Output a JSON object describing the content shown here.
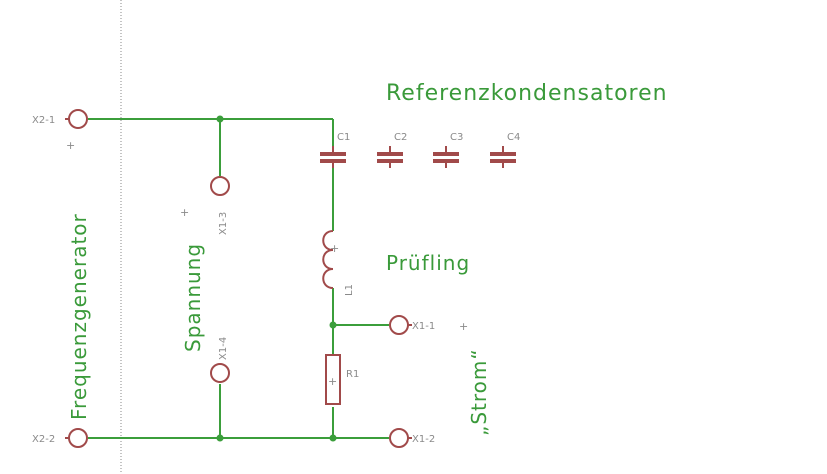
{
  "title_reference": "Referenzkondensatoren",
  "label_dut": "Prüfling",
  "label_current": "„Strom“",
  "label_voltage": "Spannung",
  "label_generator": "Frequenzgenerator",
  "connectors": {
    "x2_1": "X2-1",
    "x2_2": "X2-2",
    "x1_1": "X1-1",
    "x1_2": "X1-2",
    "x1_3": "X1-3",
    "x1_4": "X1-4"
  },
  "parts": {
    "c1": "C1",
    "c2": "C2",
    "c3": "C3",
    "c4": "C4",
    "l1": "L1",
    "r1": "R1"
  },
  "plus_sign": "+",
  "colors": {
    "wire": "#3b9e3b",
    "part": "#a14a4a",
    "label": "#3a9a3a",
    "pin_label": "#8a8a8a"
  }
}
